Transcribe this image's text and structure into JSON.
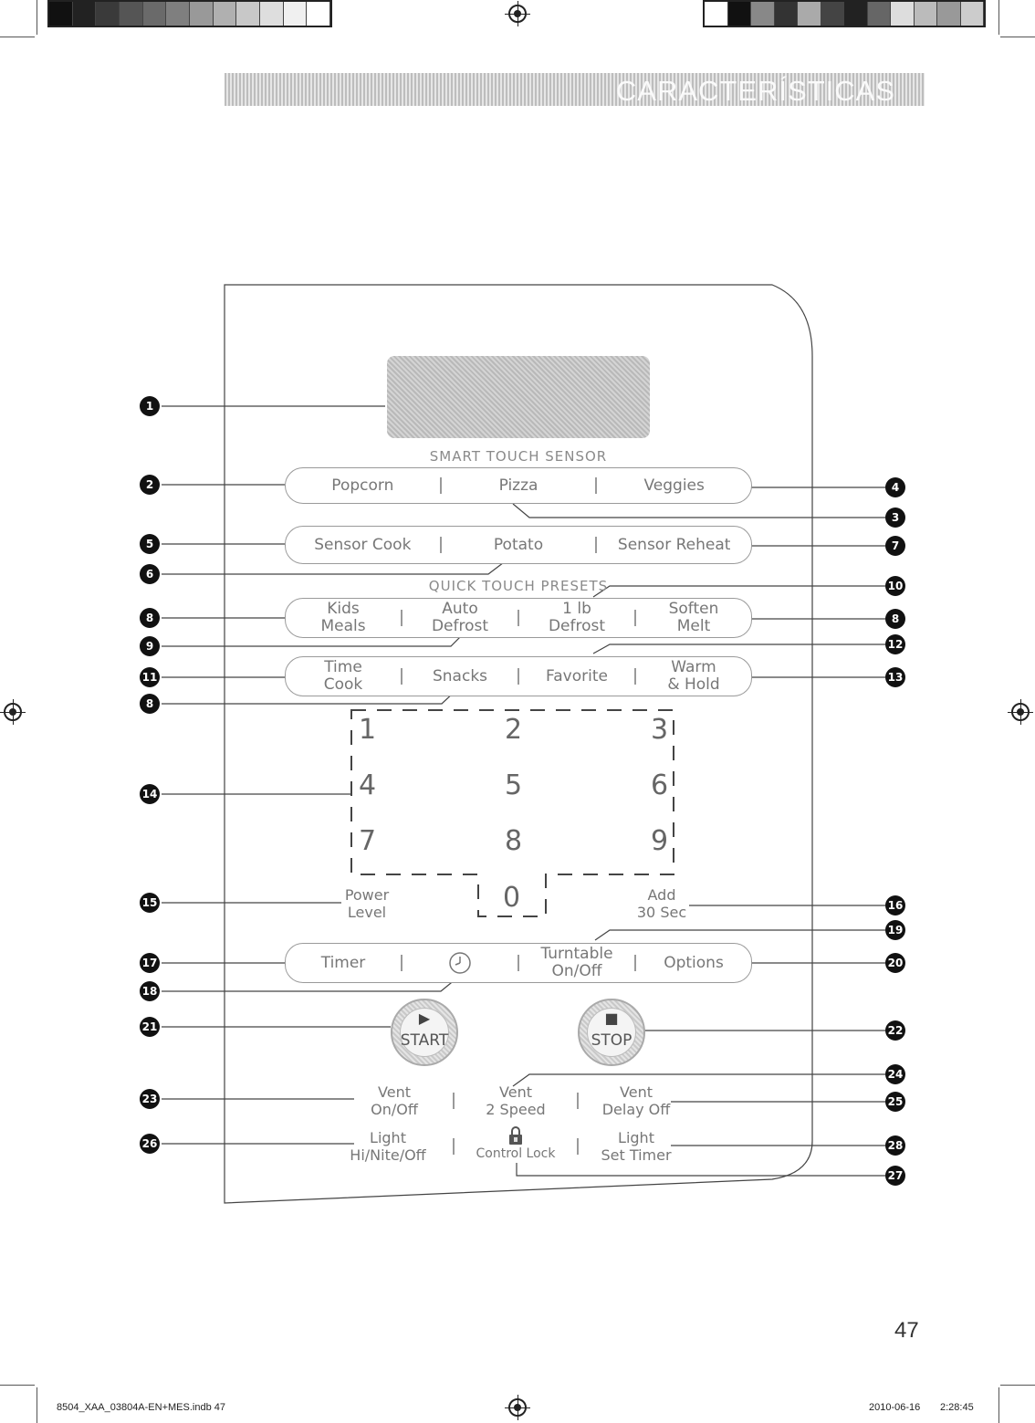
{
  "header": {
    "title": "CARACTERÍSTICAS"
  },
  "panel": {
    "smart_touch_label": "SMART TOUCH SENSOR",
    "quick_touch_label": "QUICK TOUCH PRESETS",
    "row1": [
      "Popcorn",
      "Pizza",
      "Veggies"
    ],
    "row2": [
      "Sensor Cook",
      "Potato",
      "Sensor Reheat"
    ],
    "row3": [
      [
        "Kids",
        "Meals"
      ],
      [
        "Auto",
        "Defrost"
      ],
      [
        "1 lb",
        "Defrost"
      ],
      [
        "Soften",
        "Melt"
      ]
    ],
    "row4": [
      [
        "Time",
        "Cook"
      ],
      [
        "Snacks",
        ""
      ],
      [
        "Favorite",
        ""
      ],
      [
        "Warm",
        "& Hold"
      ]
    ],
    "numbers": [
      "1",
      "2",
      "3",
      "4",
      "5",
      "6",
      "7",
      "8",
      "9",
      "0"
    ],
    "power_level": [
      "Power",
      "Level"
    ],
    "add_30_sec": [
      "Add",
      "30 Sec"
    ],
    "row5": {
      "timer": "Timer",
      "turntable": [
        "Turntable",
        "On/Off"
      ],
      "options": "Options"
    },
    "start_label": "START",
    "stop_label": "STOP",
    "vent_row": [
      [
        "Vent",
        "On/Off"
      ],
      [
        "Vent",
        "2 Speed"
      ],
      [
        "Vent",
        "Delay Off"
      ]
    ],
    "light_row": [
      [
        "Light",
        "Hi/Nite/Off"
      ],
      [
        "",
        "Control Lock"
      ],
      [
        "Light",
        "Set Timer"
      ]
    ]
  },
  "callouts": {
    "left": [
      "1",
      "2",
      "5",
      "6",
      "8",
      "9",
      "11",
      "8",
      "14",
      "15",
      "17",
      "18",
      "21",
      "23",
      "26"
    ],
    "right": [
      "4",
      "3",
      "7",
      "10",
      "8",
      "12",
      "13",
      "16",
      "19",
      "20",
      "22",
      "24",
      "25",
      "28",
      "27"
    ]
  },
  "footer": {
    "file": "8504_XAA_03804A-EN+MES.indb   47",
    "date": "2010-06-16",
    "time": "2:28:45"
  },
  "page_number": "47"
}
